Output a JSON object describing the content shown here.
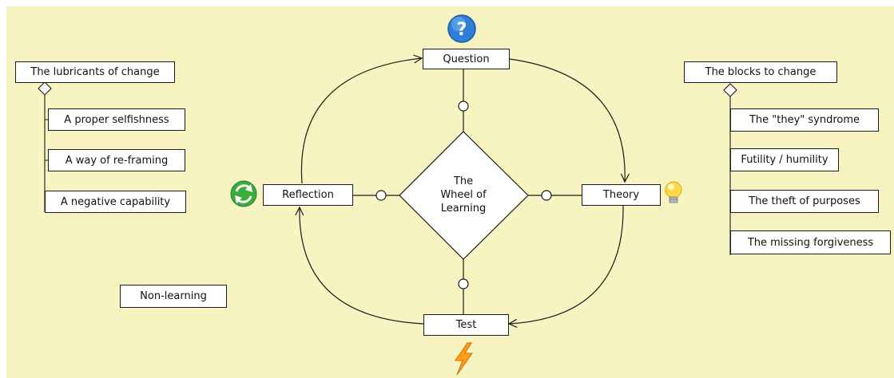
{
  "wheel": {
    "center_lines": [
      "The",
      "Wheel of",
      "Learning"
    ],
    "nodes": {
      "question": "Question",
      "theory": "Theory",
      "test": "Test",
      "reflection": "Reflection"
    }
  },
  "lubricants": {
    "title": "The lubricants of change",
    "items": [
      "A proper selfishness",
      "A way of re-framing",
      "A negative capability"
    ]
  },
  "blocks": {
    "title": "The blocks to change",
    "items": [
      "The \"they\" syndrome",
      "Futility / humility",
      "The theft of purposes",
      "The missing forgiveness"
    ]
  },
  "standalone": {
    "non_learning": "Non-learning"
  },
  "icons": {
    "question": "help-icon",
    "theory": "lightbulb-icon",
    "test": "lightning-icon",
    "reflection": "refresh-icon"
  },
  "colors": {
    "background": "#f8f4c2",
    "node_border": "#1a1a1a"
  }
}
